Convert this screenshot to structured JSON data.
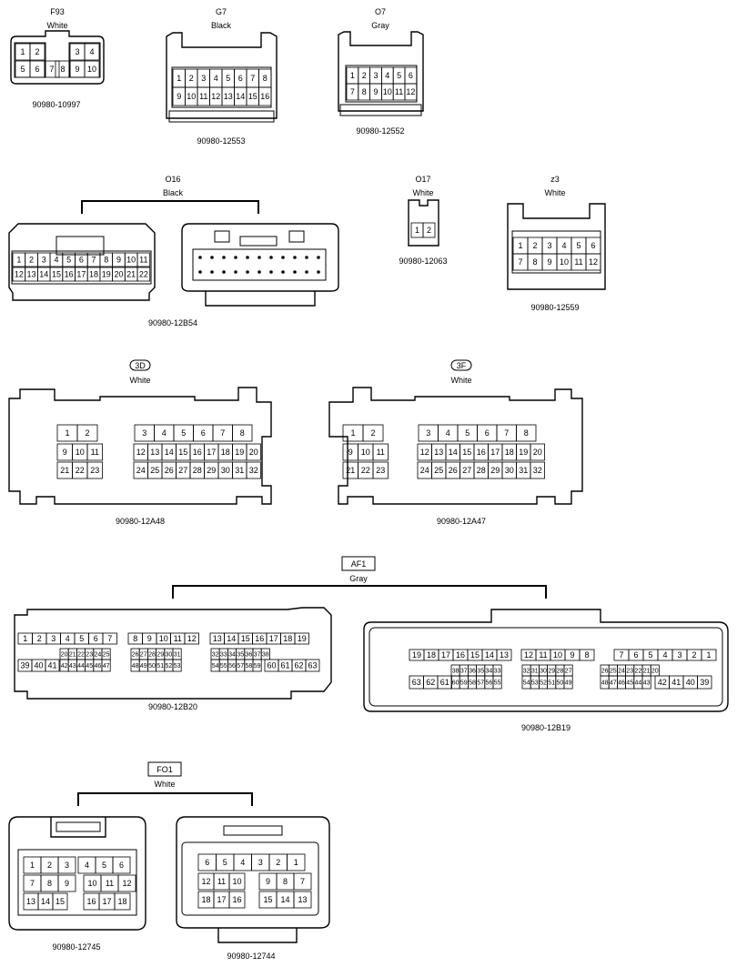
{
  "connectors": [
    {
      "id": "F93",
      "color": "White",
      "part": "90980-10997",
      "rows": [
        [
          "1",
          "2",
          "",
          "3",
          "4"
        ],
        [
          "5",
          "6",
          "7",
          "8",
          "9",
          "10"
        ]
      ]
    },
    {
      "id": "G7",
      "color": "Black",
      "part": "90980-12553",
      "rows": [
        [
          "1",
          "2",
          "3",
          "4",
          "5",
          "6",
          "7",
          "8"
        ],
        [
          "9",
          "10",
          "11",
          "12",
          "13",
          "14",
          "15",
          "16"
        ]
      ]
    },
    {
      "id": "O7",
      "color": "Gray",
      "part": "90980-12552",
      "rows": [
        [
          "1",
          "2",
          "3",
          "4",
          "5",
          "6"
        ],
        [
          "7",
          "8",
          "9",
          "10",
          "11",
          "12"
        ]
      ]
    },
    {
      "id": "O16",
      "color": "Black",
      "part": "90980-12B54",
      "rows": [
        [
          "1",
          "2",
          "3",
          "4",
          "5",
          "6",
          "7",
          "8",
          "9",
          "10",
          "11"
        ],
        [
          "12",
          "13",
          "14",
          "15",
          "16",
          "17",
          "18",
          "19",
          "20",
          "21",
          "22"
        ]
      ]
    },
    {
      "id": "O17",
      "color": "White",
      "part": "90980-12063",
      "rows": [
        [
          "1",
          "2"
        ]
      ]
    },
    {
      "id": "z3",
      "color": "White",
      "part": "90980-12559",
      "rows": [
        [
          "1",
          "2",
          "3",
          "4",
          "5",
          "6"
        ],
        [
          "7",
          "8",
          "9",
          "10",
          "11",
          "12"
        ]
      ]
    },
    {
      "id": "3D",
      "color": "White",
      "part": "90980-12A48",
      "left": [
        [
          "1",
          "2"
        ],
        [
          "9",
          "10",
          "11"
        ],
        [
          "21",
          "22",
          "23"
        ]
      ],
      "right": [
        [
          "3",
          "4",
          "5",
          "6",
          "7",
          "8"
        ],
        [
          "12",
          "13",
          "14",
          "15",
          "16",
          "17",
          "18",
          "19",
          "20"
        ],
        [
          "24",
          "25",
          "26",
          "27",
          "28",
          "29",
          "30",
          "31",
          "32"
        ]
      ]
    },
    {
      "id": "3F",
      "color": "White",
      "part": "90980-12A47",
      "left": [
        [
          "1",
          "2"
        ],
        [
          "9",
          "10",
          "11"
        ],
        [
          "21",
          "22",
          "23"
        ]
      ],
      "right": [
        [
          "3",
          "4",
          "5",
          "6",
          "7",
          "8"
        ],
        [
          "12",
          "13",
          "14",
          "15",
          "16",
          "17",
          "18",
          "19",
          "20"
        ],
        [
          "24",
          "25",
          "26",
          "27",
          "28",
          "29",
          "30",
          "31",
          "32"
        ]
      ]
    },
    {
      "id": "AF1",
      "color": "Gray",
      "parts": [
        "90980-12B20",
        "90980-12B19"
      ],
      "male_top": [
        "1",
        "2",
        "3",
        "4",
        "5",
        "6",
        "7",
        "8",
        "9",
        "10",
        "11",
        "12",
        "13",
        "14",
        "15",
        "16",
        "17",
        "18",
        "19"
      ],
      "male_mid": [
        "20",
        "21",
        "22",
        "23",
        "24",
        "25",
        "26",
        "27",
        "28",
        "29",
        "30",
        "31",
        "32",
        "33",
        "34",
        "35",
        "36",
        "37",
        "38"
      ],
      "male_bot": [
        "39",
        "40",
        "41",
        "42",
        "43",
        "44",
        "45",
        "46",
        "47",
        "48",
        "49",
        "50",
        "51",
        "52",
        "53",
        "54",
        "55",
        "56",
        "57",
        "58",
        "59",
        "60",
        "61",
        "62",
        "63"
      ],
      "female_top": [
        "19",
        "18",
        "17",
        "16",
        "15",
        "14",
        "13",
        "12",
        "11",
        "10",
        "9",
        "8",
        "7",
        "6",
        "5",
        "4",
        "3",
        "2",
        "1"
      ],
      "female_mid": [
        "38",
        "37",
        "36",
        "35",
        "34",
        "33",
        "32",
        "31",
        "30",
        "29",
        "28",
        "27",
        "26",
        "25",
        "24",
        "23",
        "22",
        "21",
        "20"
      ],
      "female_bot": [
        "63",
        "62",
        "61",
        "60",
        "59",
        "58",
        "57",
        "56",
        "55",
        "54",
        "53",
        "52",
        "51",
        "50",
        "49",
        "48",
        "47",
        "46",
        "45",
        "44",
        "43",
        "42",
        "41",
        "40",
        "39"
      ]
    },
    {
      "id": "FO1",
      "color": "White",
      "parts": [
        "90980-12745",
        "90980-12744"
      ],
      "male": [
        [
          "1",
          "2",
          "3",
          "4",
          "5",
          "6"
        ],
        [
          "7",
          "8",
          "9",
          "10",
          "11",
          "12"
        ],
        [
          "13",
          "14",
          "15",
          "16",
          "17",
          "18"
        ]
      ],
      "female": [
        [
          "6",
          "5",
          "4",
          "3",
          "2",
          "1"
        ],
        [
          "12",
          "11",
          "10",
          "9",
          "8",
          "7"
        ],
        [
          "18",
          "17",
          "16",
          "15",
          "14",
          "13"
        ]
      ]
    }
  ]
}
